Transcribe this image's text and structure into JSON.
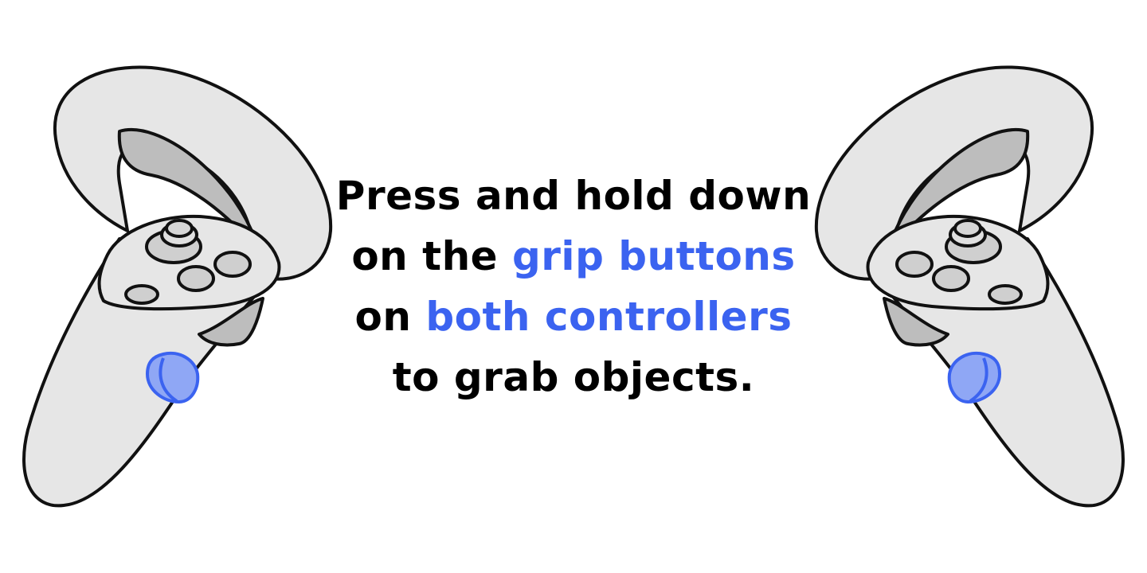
{
  "instructions": {
    "line1": "Press and hold down",
    "line2_prefix": "on the ",
    "line2_highlight": "grip buttons",
    "line3_prefix": "on ",
    "line3_highlight": "both controllers",
    "line4": "to grab objects."
  },
  "colors": {
    "text": "#000000",
    "highlight": "#3b63f0",
    "controller_body": "#e6e6e6",
    "controller_shadow": "#bdbdbd",
    "grip_button": "#8fa7f5"
  },
  "icons": {
    "left_controller": "vr-controller-left-icon",
    "right_controller": "vr-controller-right-icon",
    "grip": "grip-button-icon"
  }
}
